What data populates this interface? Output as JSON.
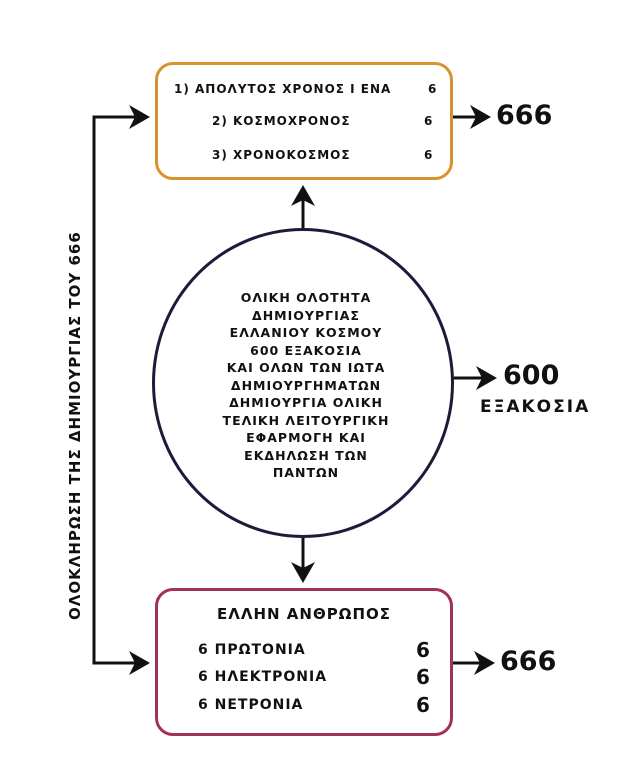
{
  "top_box": {
    "rows": [
      {
        "label": "1) ΑΠΟΛΥΤΟΣ ΧΡΟΝΟΣ Ι ΕΝΑ",
        "value": "6"
      },
      {
        "label": "2) ΚΟΣΜΟΧΡΟΝΟΣ",
        "value": "6"
      },
      {
        "label": "3) ΧΡΟΝΟΚΟΣΜΟΣ",
        "value": "6"
      }
    ],
    "result": "666",
    "border_color": "#d9922e"
  },
  "circle": {
    "lines": [
      "ΟΛΙΚΗ ΟΛΟΤΗΤΑ",
      "ΔΗΜΙΟΥΡΓΙΑΣ",
      "ΕΛΛΑΝΙΟΥ ΚΟΣΜΟΥ",
      "600 ΕΞΑΚΟΣΙΑ",
      "ΚΑΙ ΟΛΩΝ ΤΩΝ ΙΩΤΑ",
      "ΔΗΜΙΟΥΡΓΗΜΑΤΩΝ",
      "ΔΗΜΙΟΥΡΓΙΑ ΟΛΙΚΗ",
      "ΤΕΛΙΚΗ ΛΕΙΤΟΥΡΓΙΚΗ",
      "ΕΦΑΡΜΟΓΗ ΚΑΙ",
      "ΕΚΔΗΛΩΣΗ ΤΩΝ",
      "ΠΑΝΤΩΝ"
    ],
    "result_number": "600",
    "result_word": "ΕΞΑΚΟΣΙΑ",
    "border_color": "#1c1c3a"
  },
  "bottom_box": {
    "title": "ΕΛΛΗΝ ΑΝΘΡΩΠΟΣ",
    "rows": [
      {
        "label": "6 ΠΡΩΤΟΝΙΑ",
        "value": "6"
      },
      {
        "label": "6 ΗΛΕΚΤΡΟΝΙΑ",
        "value": "6"
      },
      {
        "label": "6 ΝΕΤΡΟΝΙΑ",
        "value": "6"
      }
    ],
    "result": "666",
    "border_color": "#a0305e"
  },
  "side_label": "ΟΛΟΚΛΗΡΩΣΗ ΤΗΣ ΔΗΜΙΟΥΡΓΙΑΣ ΤΟΥ 666"
}
